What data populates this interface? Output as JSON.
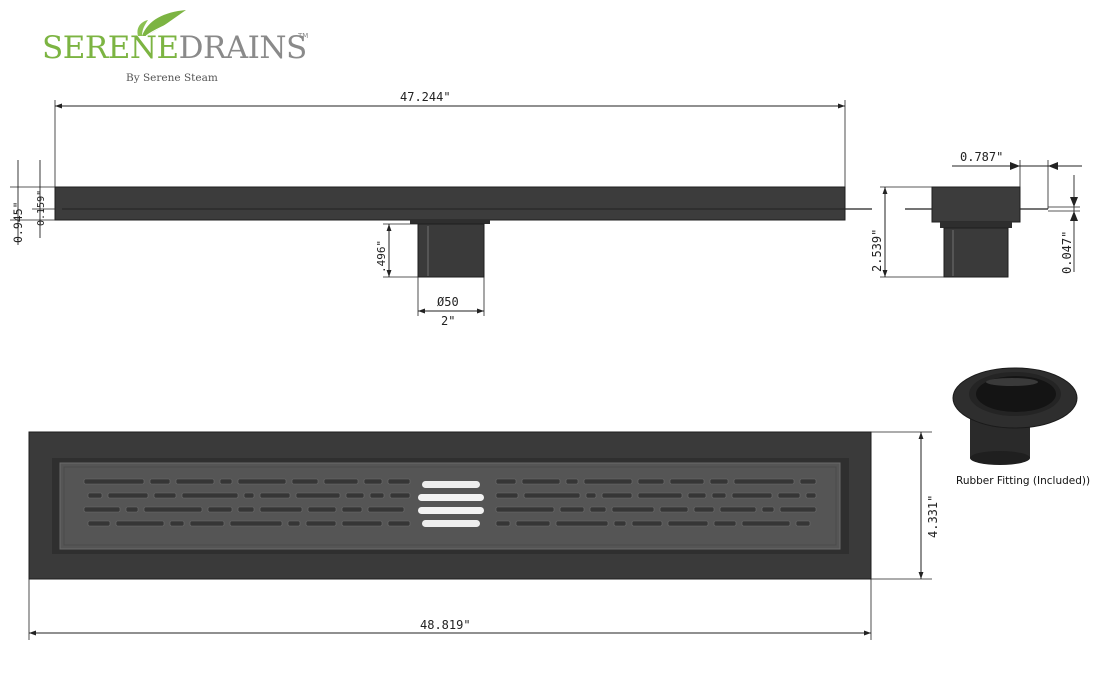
{
  "brand": {
    "name_part1": "SERENE",
    "name_part2": "DRAINS",
    "tm": "TM",
    "tagline": "By Serene Steam",
    "colors": {
      "green": "#7cb442",
      "gray": "#8a8a8a"
    }
  },
  "dimensions": {
    "overall_length_top": "47.244\"",
    "overall_length_bottom": "48.819\"",
    "channel_depth": "0.945\"",
    "channel_edge": "0.159\"",
    "outlet_height": ".496\"",
    "outlet_diameter_mm": "Ø50",
    "outlet_diameter_in": "2\"",
    "channel_width_top": "0.787\"",
    "total_height_side": "2.539\"",
    "flange_thickness": "0.047\"",
    "plan_width": "4.331\""
  },
  "fitting": {
    "caption": "Rubber Fitting (Included))"
  },
  "colors": {
    "drain": "#3c3c3c",
    "drain_dark": "#262626",
    "grate": "#515151",
    "line": "#222222"
  }
}
